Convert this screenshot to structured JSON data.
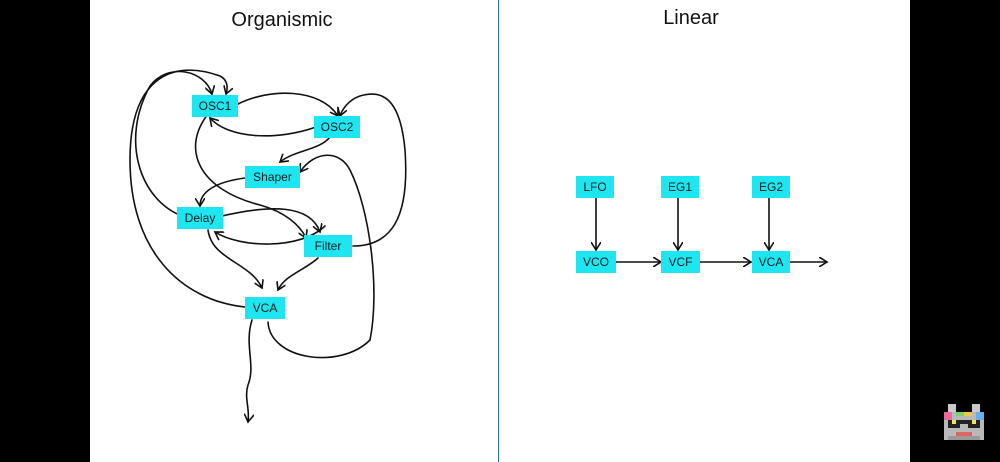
{
  "organismic": {
    "title": "Organismic",
    "nodes": {
      "osc1": "OSC1",
      "osc2": "OSC2",
      "shaper": "Shaper",
      "delay": "Delay",
      "filter": "Filter",
      "vca": "VCA"
    }
  },
  "linear": {
    "title": "Linear",
    "nodes": {
      "lfo": "LFO",
      "eg1": "EG1",
      "eg2": "EG2",
      "vco": "VCO",
      "vcf": "VCF",
      "vca": "VCA"
    }
  },
  "colors": {
    "node_fill": "#1ee6f0",
    "divider": "#2e6db4",
    "background": "#ffffff",
    "frame": "#000000"
  },
  "icons": {
    "avatar": "pixel-cat-with-glasses-icon"
  }
}
